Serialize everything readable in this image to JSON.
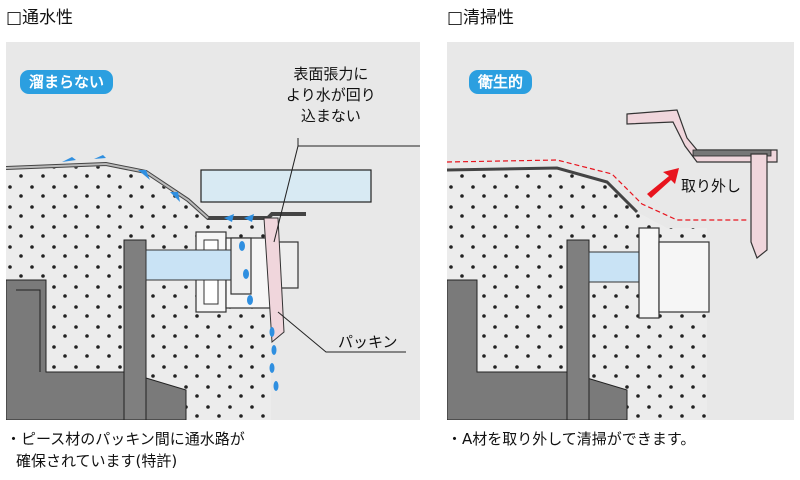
{
  "left": {
    "title": "□通水性",
    "badge": "溜まらない",
    "tension_label": [
      "表面張力に",
      "より水が回り",
      "込まない"
    ],
    "packing_label": "パッキン",
    "caption": [
      "・ピース材のパッキン間に通水路が",
      "確保されています(特許)"
    ]
  },
  "right": {
    "title": "□清掃性",
    "badge": "衛生的",
    "remove_label": "取り外し",
    "caption": [
      "・A材を取り外して清掃ができます。"
    ]
  },
  "colors": {
    "panel_bg": "#e8e8e8",
    "badge_blue": "#2b9fe0",
    "water_blue": "#2f8fe0",
    "arrow_red": "#e8141e",
    "dash_red": "#e8141e",
    "gasket_pink": "#f0d6dc",
    "bolt_blue": "#c9e3f5"
  },
  "icons": [
    "checkbox-icon",
    "red-arrow-icon",
    "water-drop-icon"
  ]
}
